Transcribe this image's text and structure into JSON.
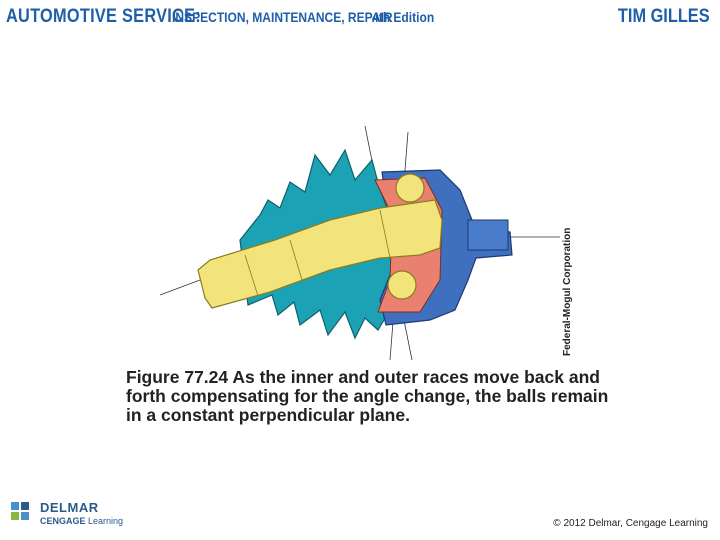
{
  "header": {
    "title_main": "AUTOMOTIVE SERVICE:",
    "title_sub": "INSPECTION, MAINTENANCE, REPAIR",
    "edition": "4th Edition",
    "author": "TIM GILLES"
  },
  "figure": {
    "credit": "Federal-Mogul Corporation"
  },
  "caption": {
    "label": "Figure 77.24",
    "text": " As the inner and outer races move back and forth compensating for the angle change, the balls remain in a constant perpendicular plane."
  },
  "footer": {
    "logo_brand": "DELMAR",
    "logo_sub_1": "CENGAGE",
    "logo_sub_2": " Learning",
    "copyright": "© 2012 Delmar, Cengage Learning"
  }
}
